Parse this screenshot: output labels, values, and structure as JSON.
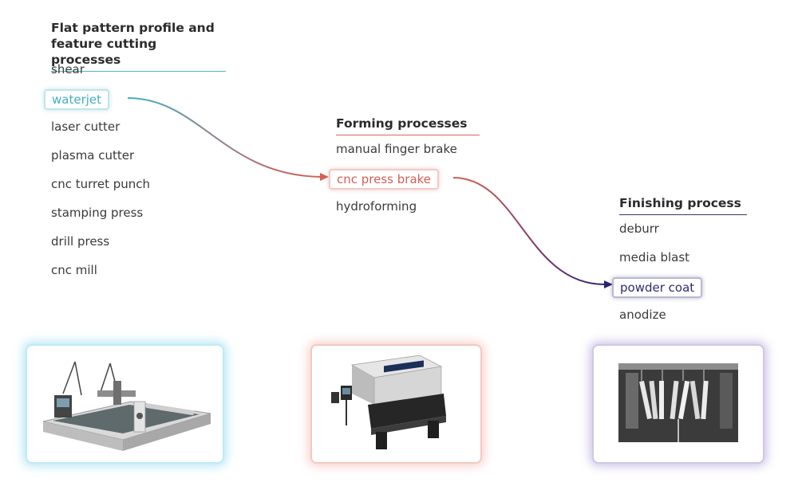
{
  "columns": [
    {
      "heading_lines": [
        "Flat pattern profile and",
        "feature cutting processes"
      ],
      "items": [
        "shear",
        "waterjet",
        "laser cutter",
        "plasma cutter",
        "cnc turret punch",
        "stamping press",
        "drill press",
        "cnc mill"
      ],
      "selected_index": 1,
      "accent": "#45aec4"
    },
    {
      "heading_lines": [
        "Forming processes"
      ],
      "items": [
        "manual finger brake",
        "cnc press brake",
        "hydroforming"
      ],
      "selected_index": 1,
      "accent": "#d45f55"
    },
    {
      "heading_lines": [
        "Finishing process"
      ],
      "items": [
        "deburr",
        "media blast",
        "powder coat",
        "anodize"
      ],
      "selected_index": 2,
      "accent": "#2f2a72"
    }
  ],
  "images": [
    {
      "icon": "waterjet-machine-icon"
    },
    {
      "icon": "press-brake-machine-icon"
    },
    {
      "icon": "powder-coat-photo-icon"
    }
  ]
}
